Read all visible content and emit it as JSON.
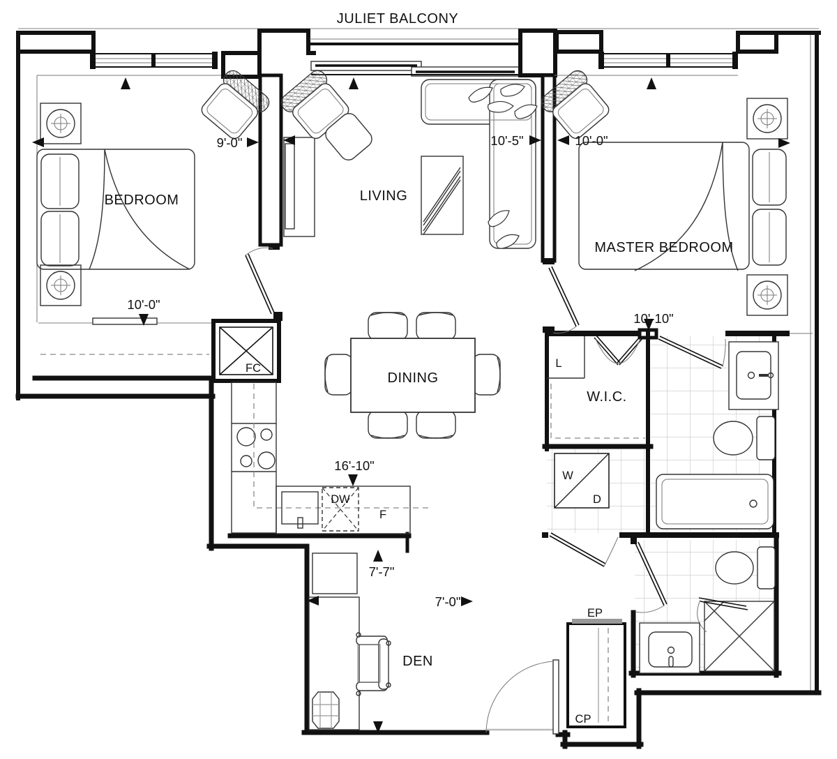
{
  "plan": {
    "balcony_label": "JULIET BALCONY",
    "rooms": {
      "bedroom": "BEDROOM",
      "living": "LIVING",
      "master_bedroom": "MASTER BEDROOM",
      "dining": "DINING",
      "walk_in_closet": "W.I.C.",
      "den": "DEN"
    },
    "tags": {
      "fan_coil": "FC",
      "dishwasher": "DW",
      "fridge": "F",
      "linen": "L",
      "washer": "W",
      "dryer": "D",
      "electrical_panel": "EP",
      "cupboard": "CP"
    },
    "dimensions": {
      "bedroom_width": "9'-0\"",
      "living_width": "10'-5\"",
      "master_width": "10'-0\"",
      "bedroom_length": "10'-0\"",
      "master_length": "10'-10\"",
      "living_kitchen_length": "16'-10\"",
      "den_length": "7'-7\"",
      "den_width": "7'-0\""
    },
    "colors": {
      "wall": "#111111",
      "furniture": "#333333",
      "light_line": "#999999",
      "background": "#ffffff"
    }
  }
}
